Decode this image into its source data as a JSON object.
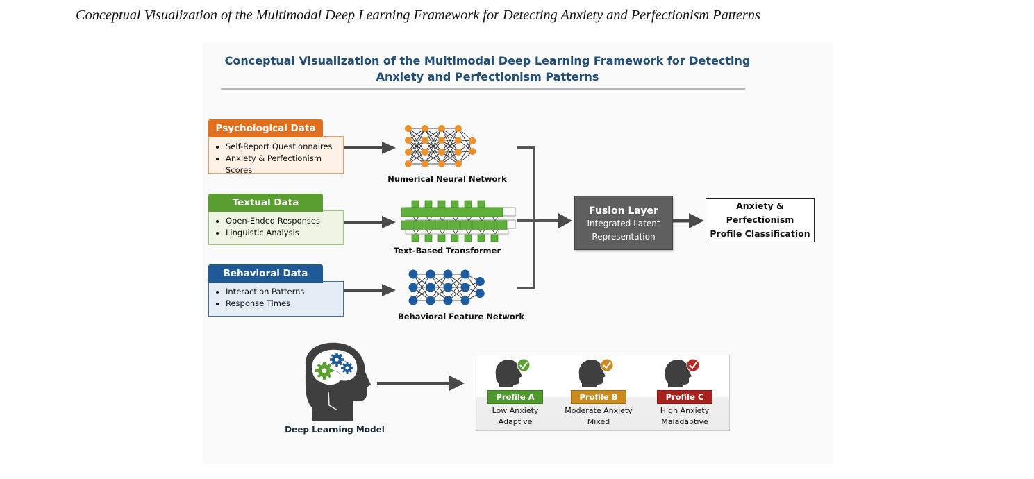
{
  "caption": "Conceptual Visualization of the Multimodal Deep Learning Framework for Detecting Anxiety and Perfectionism Patterns",
  "figure": {
    "title_line1": "Conceptual Visualization of the Multimodal Deep Learning Framework for Detecting",
    "title_line2": "Anxiety and Perfectionism Patterns"
  },
  "sources": [
    {
      "title": "Psychological Data",
      "items": [
        "Self-Report Questionnaires",
        "Anxiety & Perfectionism Scores"
      ],
      "color": "#e07020",
      "body_bg": "#fdf1e6"
    },
    {
      "title": "Textual Data",
      "items": [
        "Open-Ended Responses",
        "Linguistic Analysis"
      ],
      "color": "#5a9e2f",
      "body_bg": "#eef5e3"
    },
    {
      "title": "Behavioral Data",
      "items": [
        "Interaction Patterns",
        "Response Times"
      ],
      "color": "#1f5a96",
      "body_bg": "#e4edf6"
    }
  ],
  "networks": [
    {
      "label": "Numerical Neural Network",
      "node_color": "#ee8f2a"
    },
    {
      "label": "Text-Based Transformer",
      "node_color": "#5fb03a"
    },
    {
      "label": "Behavioral Feature Network",
      "node_color": "#1f5c9e"
    }
  ],
  "fusion": {
    "title": "Fusion Layer",
    "subtitle_line1": "Integrated Latent",
    "subtitle_line2": "Representation"
  },
  "classification": {
    "line1": "Anxiety & Perfectionism",
    "line2": "Profile Classification"
  },
  "deep_learning": {
    "label": "Deep Learning Model"
  },
  "profiles": [
    {
      "badge": "Profile A",
      "line1": "Low Anxiety",
      "line2": "Adaptive",
      "color": "#4e9a2c"
    },
    {
      "badge": "Profile B",
      "line1": "Moderate Anxiety",
      "line2": "Mixed",
      "color": "#c98a1e"
    },
    {
      "badge": "Profile C",
      "line1": "High Anxiety",
      "line2": "Maladaptive",
      "color": "#a8231e"
    }
  ],
  "colors": {
    "title_blue": "#1f4e79",
    "arrow_gray": "#4a4a4a",
    "fusion_gray": "#5f5f5f"
  }
}
